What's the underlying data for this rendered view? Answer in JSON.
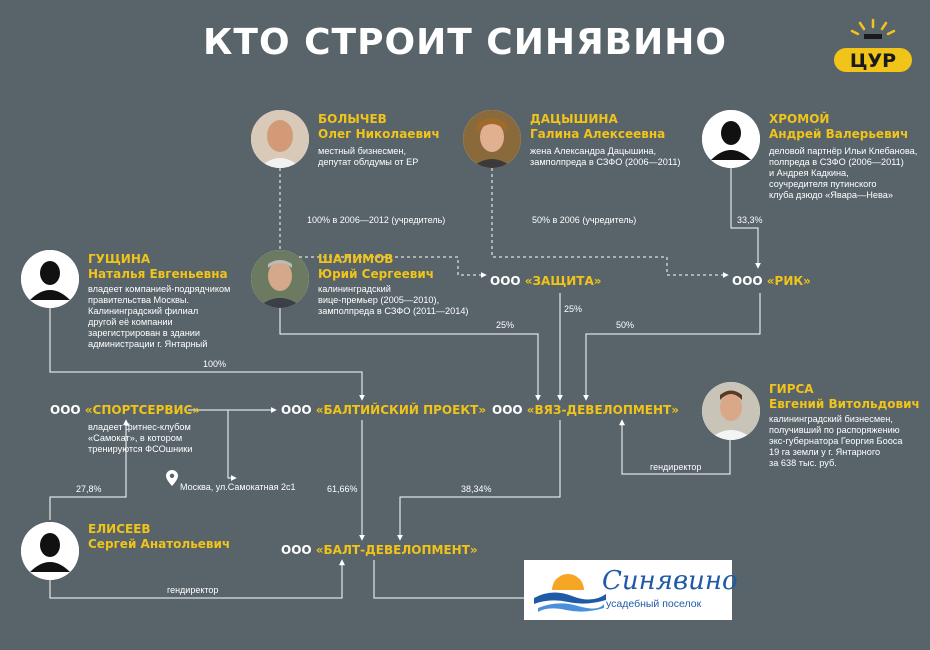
{
  "title": "КТО СТРОИТ СИНЯВИНО",
  "logo": {
    "text": "ЦУР"
  },
  "people": {
    "bolychev": {
      "surname": "БОЛЫЧЕВ",
      "name": "Олег Николаевич",
      "desc": [
        "местный бизнесмен,",
        "депутат облдумы от ЕР"
      ]
    },
    "datsyshina": {
      "surname": "ДАЦЫШИНА",
      "name": "Галина Алексеевна",
      "desc": [
        "жена Александра Дацышина,",
        "замполпреда в СЗФО (2006—2011)"
      ]
    },
    "khromoy": {
      "surname": "ХРОМОЙ",
      "name": "Андрей Валерьевич",
      "desc": [
        "деловой партнёр Ильи Клебанова,",
        "полпреда в СЗФО (2006—2011)",
        "и Андрея Кадкина,",
        "соучредителя путинского",
        "клуба дзюдо «Явара—Нева»"
      ]
    },
    "gushchina": {
      "surname": "ГУЩИНА",
      "name": "Наталья Евгеньевна",
      "desc": [
        "владеет компанией-подрядчиком",
        "правительства Москвы.",
        "Калининградский филиал",
        "другой её компании",
        "зарегистрирован в здании",
        "администрации г. Янтарный"
      ]
    },
    "shalimov": {
      "surname": "ШАЛИМОВ",
      "name": "Юрий Сергеевич",
      "desc": [
        "калининградский",
        "вице-премьер (2005—2010),",
        "замполпреда в СЗФО (2011—2014)"
      ]
    },
    "girsa": {
      "surname": "ГИРСА",
      "name": "Евгений Витольдович",
      "desc": [
        "калининградский бизнесмен,",
        "получивший по распоряжению",
        "экс-губернатора Георгия Бооса",
        "19 га земли у г. Янтарного",
        "за 638 тыс. руб."
      ]
    },
    "eliseev": {
      "surname": "ЕЛИСЕЕВ",
      "name": "Сергей Анатольевич"
    }
  },
  "companies": {
    "zashchita": {
      "prefix": "ООО ",
      "name": "«ЗАЩИТА»"
    },
    "rik": {
      "prefix": "ООО ",
      "name": "«РИК»"
    },
    "sportservis": {
      "prefix": "ООО ",
      "name": "«СПОРТСЕРВИС»"
    },
    "baltiyskiy": {
      "prefix": "ООО ",
      "name": "«БАЛТИЙСКИЙ ПРОЕКТ»"
    },
    "vyaz": {
      "prefix": "ООО ",
      "name": "«ВЯЗ-ДЕВЕЛОПМЕНТ»"
    },
    "balt_dev": {
      "prefix": "ООО ",
      "name": "«БАЛТ-ДЕВЕЛОПМЕНТ»"
    }
  },
  "notes": {
    "sportservis": [
      "владеет фитнес-клубом",
      "«Самокат», в котором",
      "тренируются ФСОшники"
    ],
    "address": "Москва, ул.Самокатная 2с1"
  },
  "labels": {
    "bolychev_zashchita": "100% в 2006—2012 (учредитель)",
    "datsyshina_rik": "50% в 2006 (учредитель)",
    "khromoy_rik": "33,3%",
    "shalimov_vyaz": "25%",
    "zashchita_vyaz": "25%",
    "rik_vyaz": "50%",
    "gushchina_baltiyskiy": "100%",
    "eliseev_sportservis": "27,8%",
    "baltiyskiy_baltdev": "61,66%",
    "vyaz_baltdev": "38,34%",
    "girsa_vyaz": "гендиректор",
    "eliseev_baltdev": "гендиректор"
  },
  "banner": {
    "word": "Синявино",
    "sub": "усадебный поселок"
  }
}
